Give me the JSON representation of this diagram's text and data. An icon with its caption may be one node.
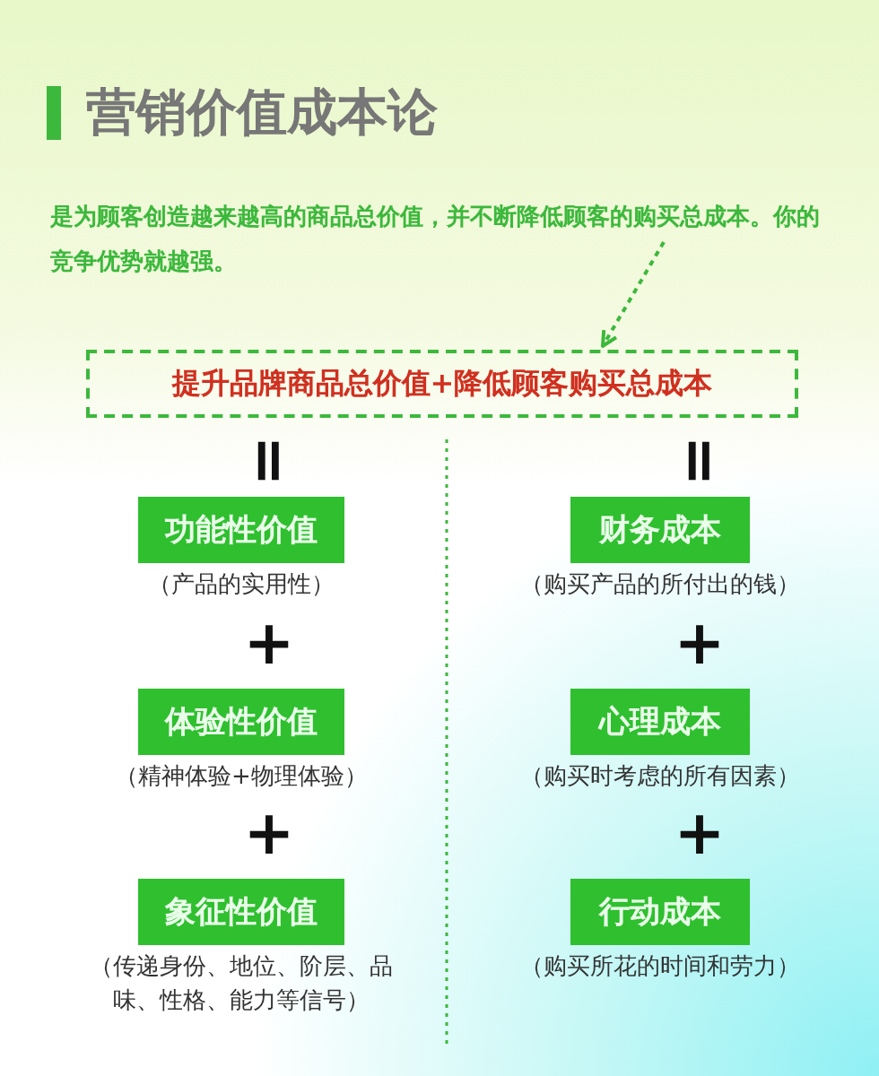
{
  "diagram": {
    "title": "营销价值成本论",
    "nodes": [
      {
        "text": [
          "是为顾客创造越来越高的商品总价值，并不断降低顾客的购买总成本。你的竞争优势就越强。"
        ]
      },
      {
        "text": [
          "提升品牌商品总价值+降低顾客购买总成本"
        ]
      },
      {
        "text": [
          "功能性价值"
        ],
        "beside": [
          "（产品的实用性）"
        ]
      },
      {
        "text": [
          "体验性价值"
        ],
        "beside": [
          "（精神体验+物理体验）"
        ]
      },
      {
        "text": [
          "象征性价值"
        ],
        "beside": [
          "（传递身份、地位、阶层、品味、性格、能力等信号）"
        ]
      },
      {
        "text": [
          "财务成本"
        ],
        "beside": [
          "（购买产品的所付出的钱）"
        ]
      },
      {
        "text": [
          "心理成本"
        ],
        "beside": [
          "（购买时考虑的所有因素）"
        ]
      },
      {
        "text": [
          "行动成本"
        ],
        "beside": [
          "（购买所花的时间和劳力）"
        ]
      }
    ],
    "edges": [
      {
        "from": 0,
        "to": 1,
        "arrow": "to",
        "style": "dashed",
        "color": "#3cb83c"
      }
    ],
    "labels": [
      "=",
      "=",
      "+",
      "+",
      "+",
      "+"
    ]
  }
}
